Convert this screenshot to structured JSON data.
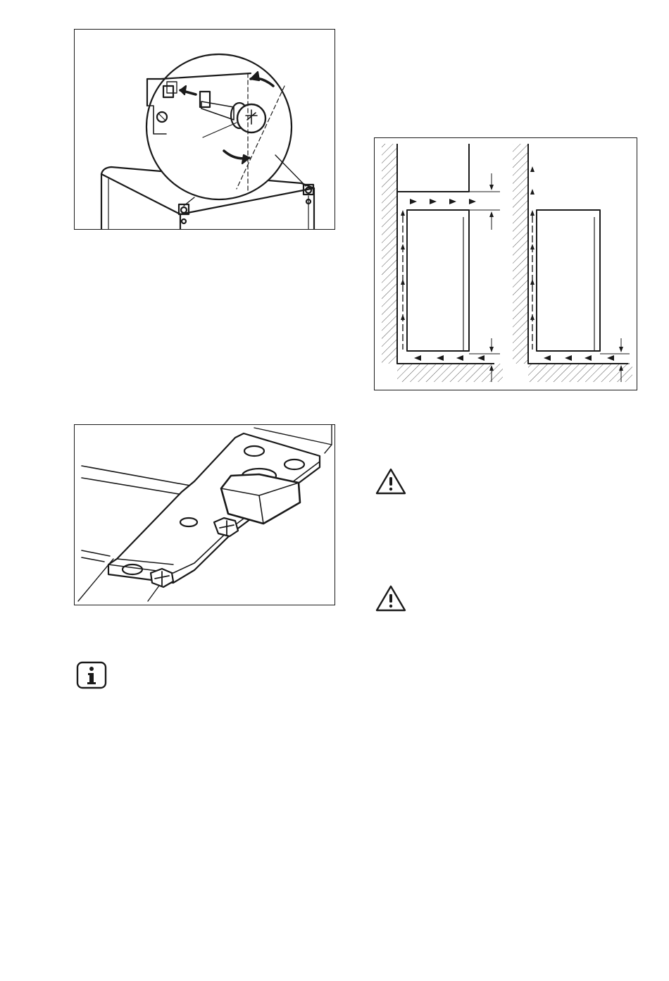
{
  "page": {
    "background": "#ffffff",
    "line_color": "#1a1a1a"
  },
  "figures": {
    "screw_detail": {
      "icon": "screwdriver-illustration"
    },
    "levelling_foot": {
      "icon": "adjustable-foot-illustration"
    },
    "ventilation_clearance": {
      "icon": "ventilation-clearance-diagram"
    }
  },
  "icons": {
    "info": "info-icon",
    "warning_1": "warning-triangle-icon",
    "warning_2": "warning-triangle-icon"
  }
}
